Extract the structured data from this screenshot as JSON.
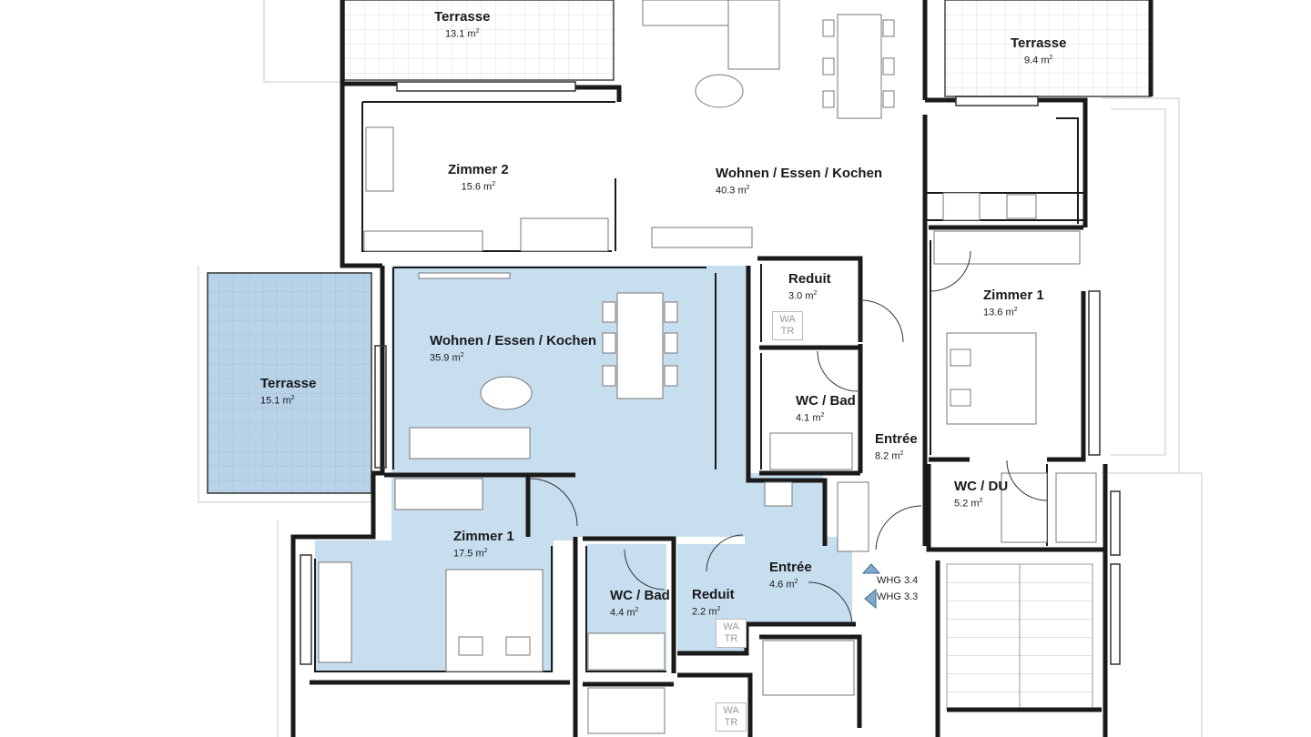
{
  "colors": {
    "highlight": "#c7deee",
    "terrace_highlight": "#b8d2e8",
    "wall": "#1a1a1a",
    "marker": "#7fa8cc"
  },
  "rooms": [
    {
      "name": "Terrasse",
      "area": "13.1 m"
    },
    {
      "name": "Terrasse",
      "area": "9.4 m"
    },
    {
      "name": "Zimmer 2",
      "area": "15.6 m"
    },
    {
      "name": "Wohnen / Essen / Kochen",
      "area": "40.3 m"
    },
    {
      "name": "Reduit",
      "area": "3.0 m"
    },
    {
      "name": "Zimmer 1",
      "area": "13.6 m"
    },
    {
      "name": "Wohnen / Essen / Kochen",
      "area": "35.9 m"
    },
    {
      "name": "Terrasse",
      "area": "15.1 m"
    },
    {
      "name": "WC / Bad",
      "area": "4.1 m"
    },
    {
      "name": "Entrée",
      "area": "8.2 m"
    },
    {
      "name": "WC / DU",
      "area": "5.2 m"
    },
    {
      "name": "Zimmer 1",
      "area": "17.5 m"
    },
    {
      "name": "WC / Bad",
      "area": "4.4 m"
    },
    {
      "name": "Reduit",
      "area": "2.2 m"
    },
    {
      "name": "Entrée",
      "area": "4.6 m"
    }
  ],
  "area_unit_superscript": "2",
  "wa_tr": {
    "line1": "WA",
    "line2": "TR"
  },
  "unit_markers": [
    "WHG 3.4",
    "WHG 3.3"
  ]
}
